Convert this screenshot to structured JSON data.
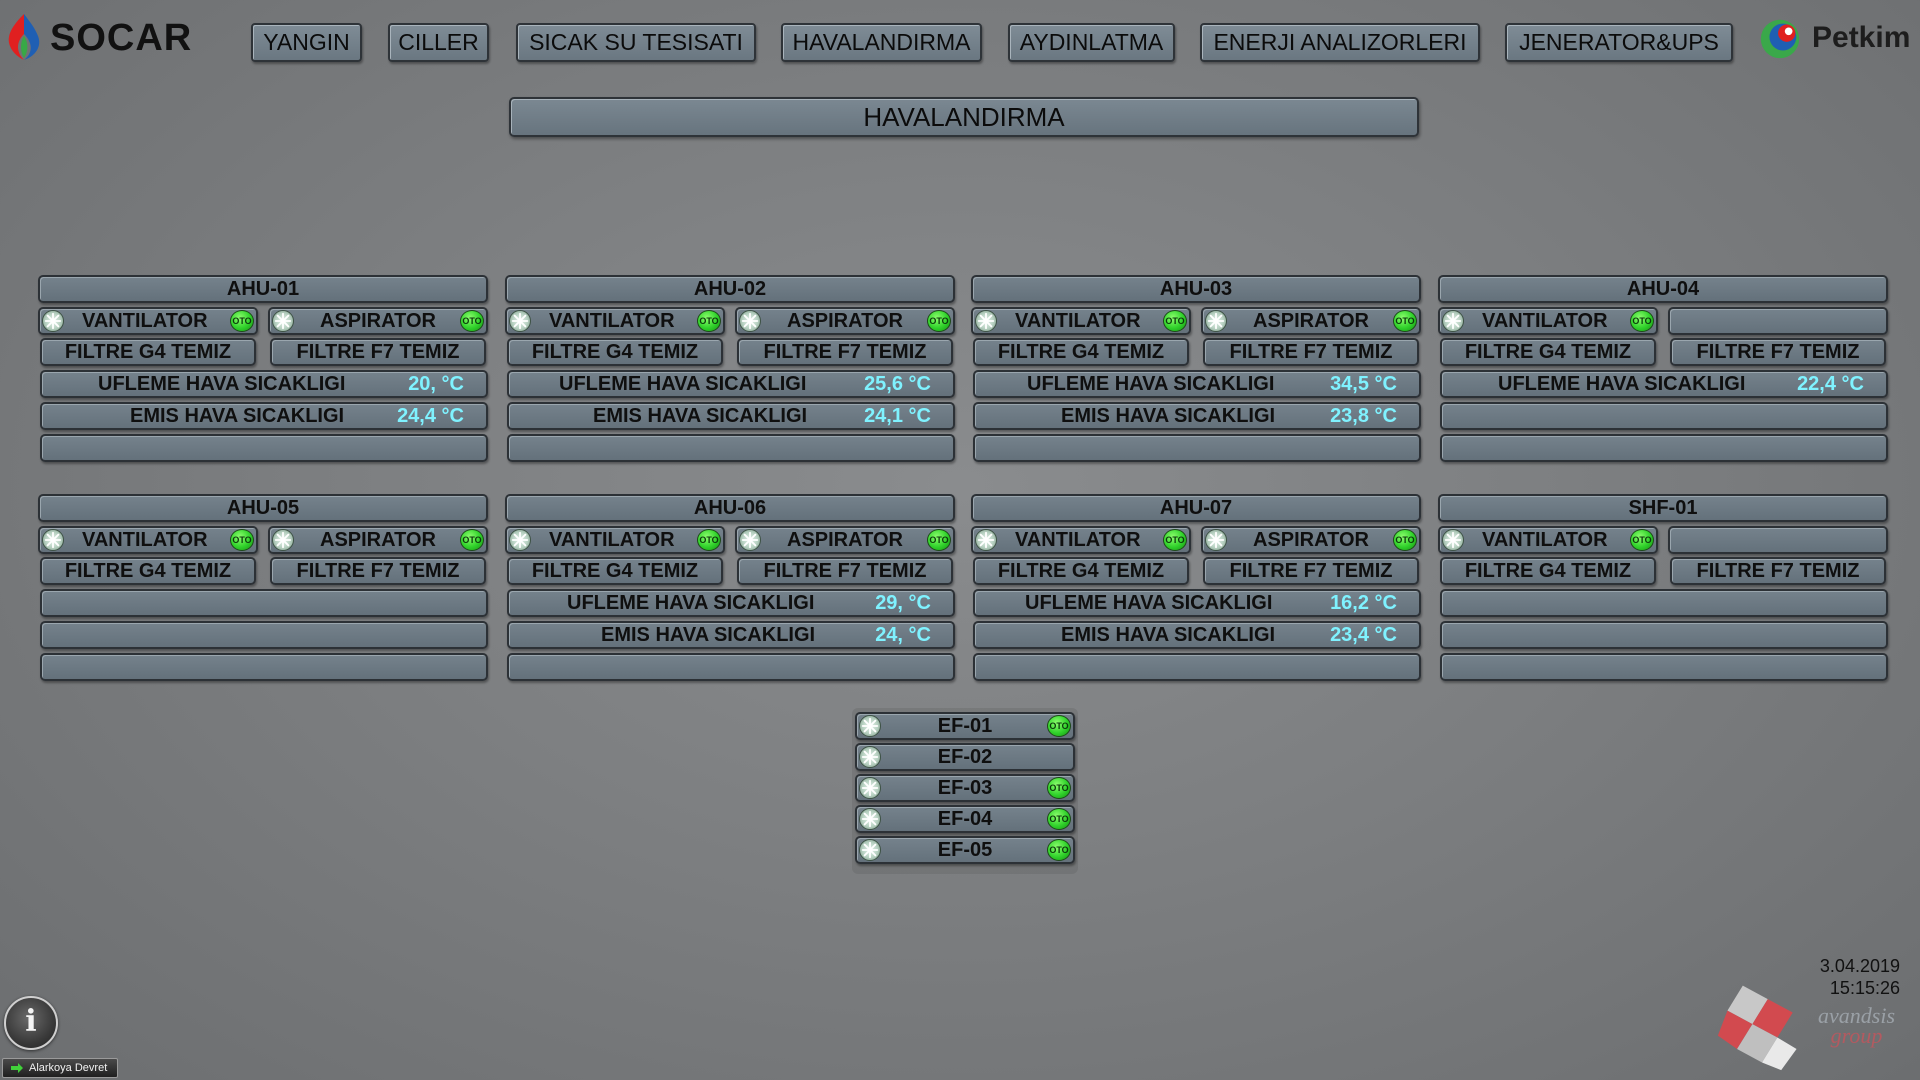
{
  "header": {
    "logo_left": "SOCAR",
    "logo_right": "Petkim",
    "nav": [
      {
        "label": "YANGIN"
      },
      {
        "label": "CILLER"
      },
      {
        "label": "SICAK SU TESISATI"
      },
      {
        "label": "HAVALANDIRMA"
      },
      {
        "label": "AYDINLATMA"
      },
      {
        "label": "ENERJI ANALIZORLERI"
      },
      {
        "label": "JENERATOR&UPS"
      }
    ]
  },
  "page": {
    "title": "HAVALANDIRMA"
  },
  "labels": {
    "vantilator": "VANTILATOR",
    "aspirator": "ASPIRATOR",
    "filtre_g4": "FILTRE G4 TEMIZ",
    "filtre_f7": "FILTRE F7 TEMIZ",
    "ufleme": "UFLEME HAVA SICAKLIGI",
    "emis": "EMIS HAVA SICAKLIGI",
    "oto": "OTO"
  },
  "units": {
    "ahu01": {
      "name": "AHU-01",
      "ufleme": "20, °C",
      "emis": "24,4 °C"
    },
    "ahu02": {
      "name": "AHU-02",
      "ufleme": "25,6 °C",
      "emis": "24,1 °C"
    },
    "ahu03": {
      "name": "AHU-03",
      "ufleme": "34,5 °C",
      "emis": "23,8 °C"
    },
    "ahu04": {
      "name": "AHU-04",
      "ufleme": "22,4 °C"
    },
    "ahu05": {
      "name": "AHU-05"
    },
    "ahu06": {
      "name": "AHU-06",
      "ufleme": "29, °C",
      "emis": "24, °C"
    },
    "ahu07": {
      "name": "AHU-07",
      "ufleme": "16,2 °C",
      "emis": "23,4 °C"
    },
    "shf01": {
      "name": "SHF-01"
    }
  },
  "exhaust_fans": [
    {
      "name": "EF-01",
      "oto": true
    },
    {
      "name": "EF-02",
      "oto": false
    },
    {
      "name": "EF-03",
      "oto": true
    },
    {
      "name": "EF-04",
      "oto": true
    },
    {
      "name": "EF-05",
      "oto": true
    }
  ],
  "footer": {
    "date": "3.04.2019",
    "time": "15:15:26",
    "info_icon": "i",
    "alarm_button": "Alarkoya Devret",
    "brand_line1": "avandsis",
    "brand_line2": "group"
  },
  "colors": {
    "value_text": "#7ff2ff",
    "status_green": "#2fd12a",
    "background": "#7d7f81",
    "socar_red": "#e02020",
    "petkim_green": "#3aa84a"
  }
}
